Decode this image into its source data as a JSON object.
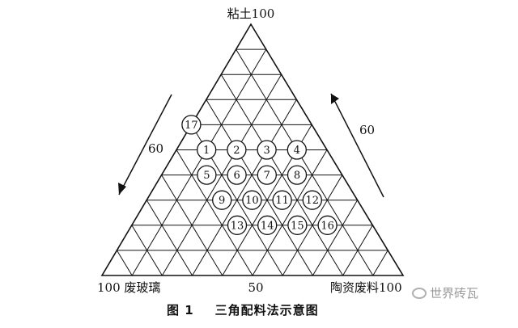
{
  "corners": {
    "top": "粘土100",
    "bottom_left": "100 废玻璃",
    "bottom_middle": "50",
    "bottom_right": "陶资废料100"
  },
  "axis_values": {
    "left_arrow": "60",
    "right_arrow": "60"
  },
  "points": [
    {
      "label": "1",
      "a": 0.5,
      "b": 0.1,
      "c": 0.4
    },
    {
      "label": "2",
      "a": 0.5,
      "b": 0.2,
      "c": 0.3
    },
    {
      "label": "3",
      "a": 0.5,
      "b": 0.3,
      "c": 0.2
    },
    {
      "label": "4",
      "a": 0.5,
      "b": 0.4,
      "c": 0.1
    },
    {
      "label": "5",
      "a": 0.4,
      "b": 0.15,
      "c": 0.45
    },
    {
      "label": "6",
      "a": 0.4,
      "b": 0.25,
      "c": 0.35
    },
    {
      "label": "7",
      "a": 0.4,
      "b": 0.35,
      "c": 0.25
    },
    {
      "label": "8",
      "a": 0.4,
      "b": 0.45,
      "c": 0.15
    },
    {
      "label": "9",
      "a": 0.3,
      "b": 0.25,
      "c": 0.45
    },
    {
      "label": "10",
      "a": 0.3,
      "b": 0.35,
      "c": 0.35
    },
    {
      "label": "11",
      "a": 0.3,
      "b": 0.45,
      "c": 0.25
    },
    {
      "label": "12",
      "a": 0.3,
      "b": 0.55,
      "c": 0.15
    },
    {
      "label": "13",
      "a": 0.2,
      "b": 0.35,
      "c": 0.45
    },
    {
      "label": "14",
      "a": 0.2,
      "b": 0.45,
      "c": 0.35
    },
    {
      "label": "15",
      "a": 0.2,
      "b": 0.55,
      "c": 0.25
    },
    {
      "label": "16",
      "a": 0.2,
      "b": 0.65,
      "c": 0.15
    },
    {
      "label": "17",
      "a": 0.6,
      "b": 0.0,
      "c": 0.4
    }
  ],
  "caption": {
    "number": "图 1",
    "title": "三角配料法示意图"
  },
  "watermark": {
    "icon": "wechat-icon",
    "text": "世界砖瓦"
  },
  "colors": {
    "line": "#111111",
    "watermark": "#9a9a9a"
  }
}
